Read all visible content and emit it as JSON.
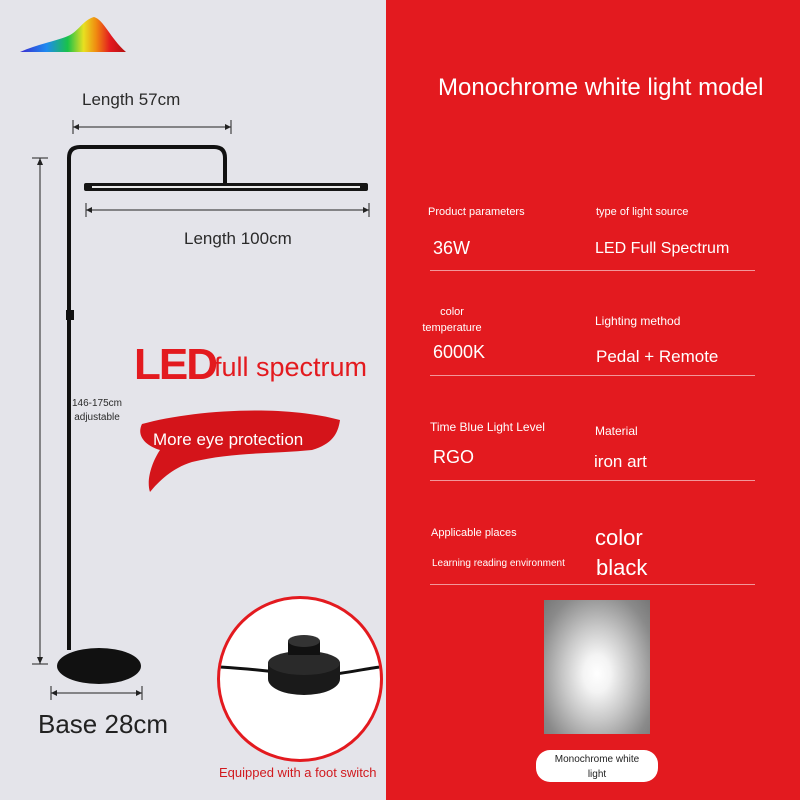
{
  "left": {
    "length_top": "Length 57cm",
    "length_bar": "Length 100cm",
    "height_label": [
      "146-175cm",
      "adjustable"
    ],
    "led_title": "LED",
    "led_sub": "full spectrum",
    "brush_text": "More eye protection",
    "base_label": "Base 28cm",
    "switch_caption": "Equipped with a foot switch",
    "spectrum_icon": "spectrum-icon"
  },
  "right": {
    "title": "Monochrome white light model",
    "specs": [
      {
        "label": "Product parameters",
        "value": "36W"
      },
      {
        "label": "type of light source",
        "value": "LED Full Spectrum"
      },
      {
        "label_lines": [
          "color",
          "temperature"
        ],
        "value": "6000K"
      },
      {
        "label": "Lighting method",
        "value": "Pedal + Remote"
      },
      {
        "label": "Time Blue Light Level",
        "value": "RGO"
      },
      {
        "label": "Material",
        "value": "iron art"
      },
      {
        "label": "Applicable places",
        "value": "Learning reading environment"
      },
      {
        "label": "color",
        "value": "black"
      }
    ],
    "swatch_caption": [
      "Monochrome white",
      "light"
    ]
  },
  "colors": {
    "brand_red": "#e31a1f",
    "left_bg": "#e4e4ea"
  }
}
